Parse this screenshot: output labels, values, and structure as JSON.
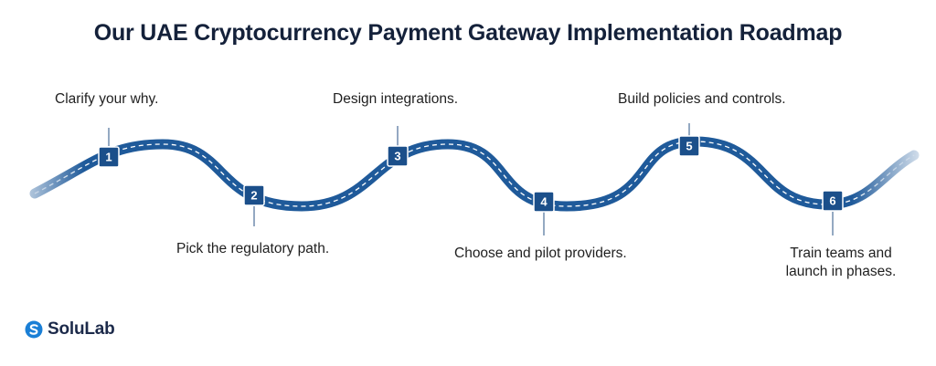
{
  "title": "Our UAE Cryptocurrency Payment Gateway Implementation Roadmap",
  "steps": [
    {
      "number": "1",
      "label": "Clarify your why."
    },
    {
      "number": "2",
      "label": "Pick the regulatory path."
    },
    {
      "number": "3",
      "label": "Design integrations."
    },
    {
      "number": "4",
      "label": "Choose and pilot providers."
    },
    {
      "number": "5",
      "label": "Build policies and controls."
    },
    {
      "number": "6",
      "label_line1": "Train teams and",
      "label_line2": "launch in phases."
    }
  ],
  "logo": {
    "text": "SoluLab"
  },
  "colors": {
    "road": "#1f5a9a",
    "road_dark": "#173f6e",
    "marker": "#1b4f8a",
    "dash": "#ffffff",
    "title": "#14213a"
  }
}
